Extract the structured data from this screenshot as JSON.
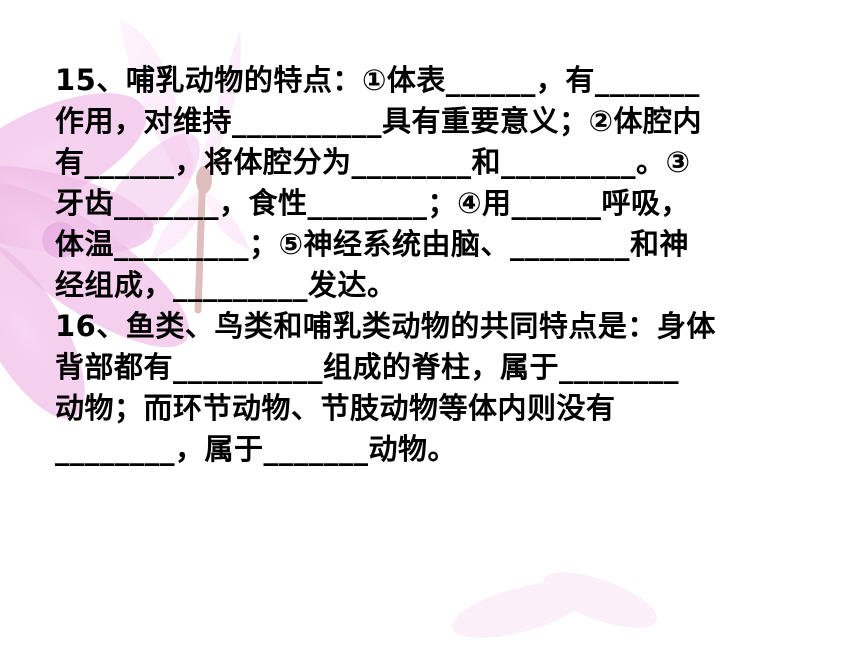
{
  "question_15": {
    "lines": [
      "15、哺乳动物的特点：①体表______，有_______",
      "作用，对维持__________具有重要意义；②体腔内",
      "有______，将体腔分为________和_________。③",
      "牙齿_______，食性________；④用______呼吸，",
      "体温_________；⑤神经系统由脑、________和神",
      "经组成，_________发达。"
    ]
  },
  "question_16": {
    "lines": [
      "16、鱼类、鸟类和哺乳类动物的共同特点是：身体",
      "背部都有__________组成的脊柱，属于________",
      "动物；而环节动物、节肢动物等体内则没有",
      "________，属于_______动物。"
    ]
  },
  "colors": {
    "background": "#ffffff",
    "text": "#000000",
    "petal": "#e9a2e0",
    "dragonfly": "#c98a8a"
  }
}
